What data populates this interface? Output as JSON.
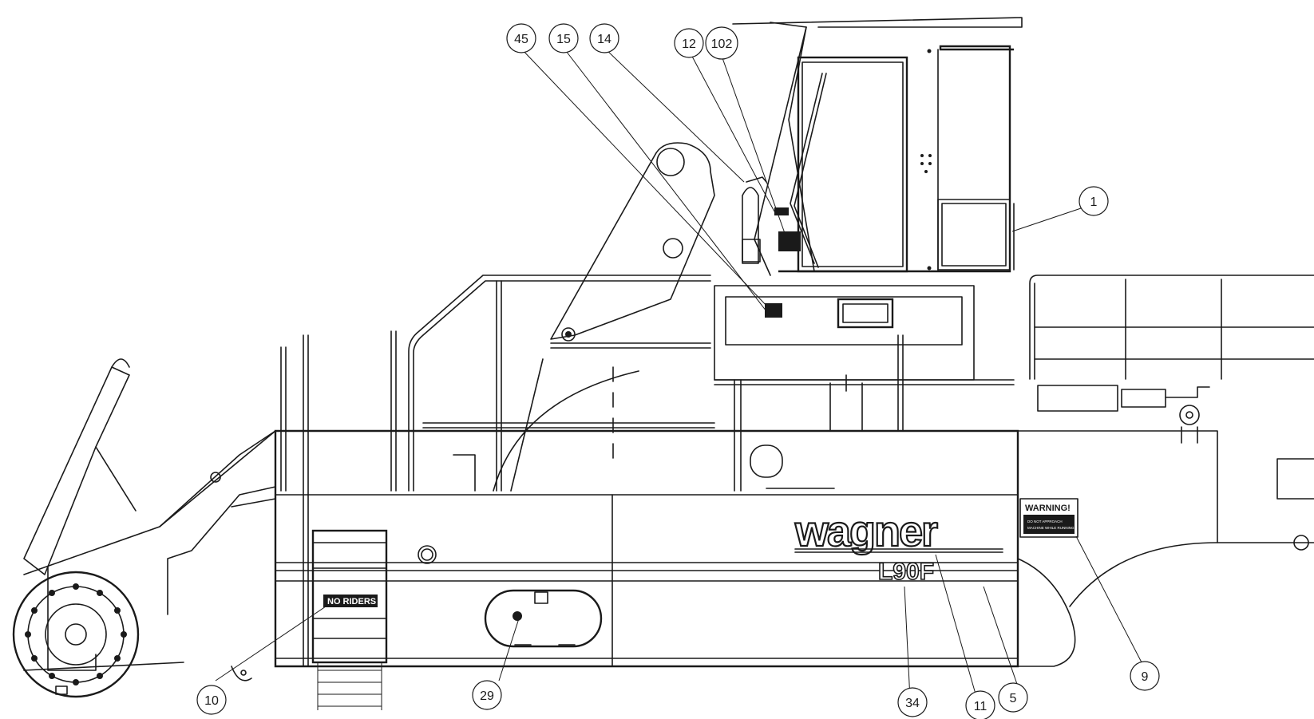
{
  "brand": {
    "name": "wagner",
    "model": "L90F"
  },
  "signs": {
    "no_riders": "NO RIDERS",
    "warning_title": "WARNING!",
    "warning_line1": "DO NOT APPROACH",
    "warning_line2": "MACHINE WHILE RUNNING"
  },
  "callouts": [
    {
      "label": "45"
    },
    {
      "label": "15"
    },
    {
      "label": "14"
    },
    {
      "label": "12"
    },
    {
      "label": "102"
    },
    {
      "label": "1"
    },
    {
      "label": "9"
    },
    {
      "label": "5"
    },
    {
      "label": "11"
    },
    {
      "label": "34"
    },
    {
      "label": "29"
    },
    {
      "label": "10"
    }
  ]
}
